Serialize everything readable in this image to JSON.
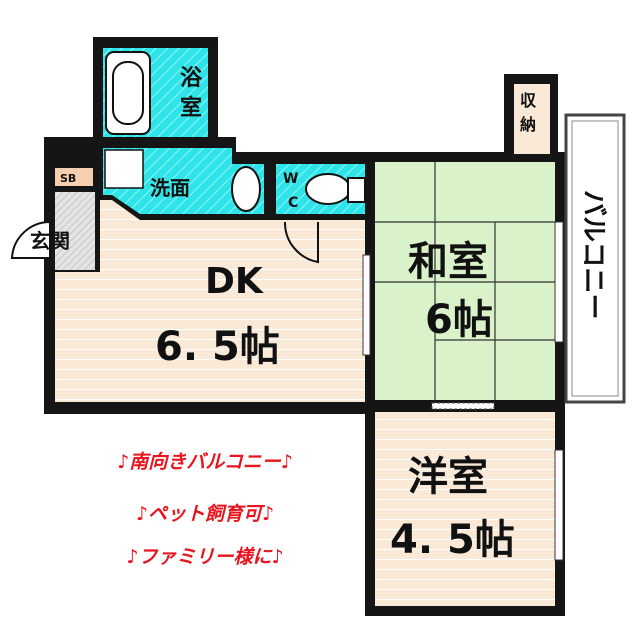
{
  "colors": {
    "wet_area": "#2ee4e8",
    "floor": "#f9e9d6",
    "tatami": "#d9f2c9",
    "wall": "#151515",
    "promo_text": "#e8141e",
    "genkan": "#d8d8d8",
    "sb": "#f8cfae"
  },
  "rooms": {
    "bath": [
      "浴",
      "室"
    ],
    "washroom": "洗面",
    "wc": [
      "W",
      "C"
    ],
    "sb": "SB",
    "entrance": "玄関",
    "dk": {
      "name": "DK",
      "size": "6. 5帖"
    },
    "washitsu": {
      "name": "和室",
      "size": "6帖"
    },
    "youshitsu": {
      "name": "洋室",
      "size": "4. 5帖"
    },
    "storage": [
      "収",
      "納"
    ],
    "balcony": "バルコニー"
  },
  "promo": [
    "♪南向きバルコニー♪",
    "♪ペット飼育可♪",
    "♪ファミリー様に♪"
  ]
}
